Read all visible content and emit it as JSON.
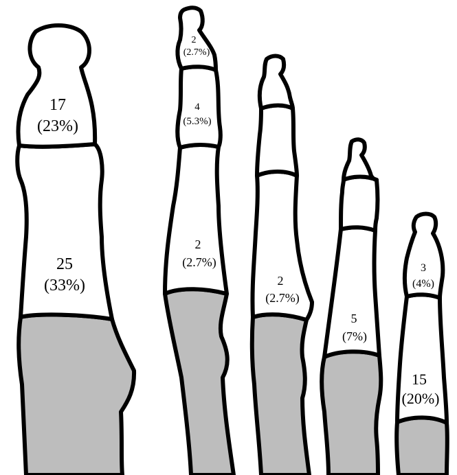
{
  "colors": {
    "bone_fill": "#ffffff",
    "metatarsal_fill": "#bdbdbd",
    "outline": "#000000"
  },
  "toes": [
    {
      "name": "hallux",
      "phalanges": [
        {
          "count": "17",
          "percent": "(23%)"
        },
        {
          "count": "25",
          "percent": "(33%)"
        }
      ]
    },
    {
      "name": "second-toe",
      "phalanges": [
        {
          "count": "2",
          "percent": "(2.7%)"
        },
        {
          "count": "4",
          "percent": "(5.3%)"
        },
        {
          "count": "2",
          "percent": "(2.7%)"
        }
      ]
    },
    {
      "name": "third-toe",
      "phalanges": [
        {
          "count": "2",
          "percent": "(2.7%)"
        }
      ]
    },
    {
      "name": "fourth-toe",
      "phalanges": [
        {
          "count": "5",
          "percent": "(7%)"
        }
      ]
    },
    {
      "name": "fifth-toe",
      "phalanges": [
        {
          "count": "3",
          "percent": "(4%)"
        },
        {
          "count": "15",
          "percent": "(20%)"
        }
      ]
    }
  ]
}
